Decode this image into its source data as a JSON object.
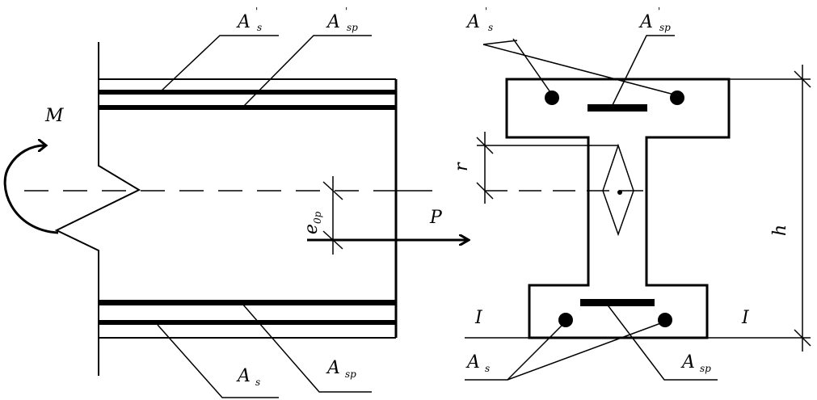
{
  "labels": {
    "moment": "M",
    "force": "P",
    "eccentricity": "e",
    "eccentricity_sub": "0p",
    "core_radius": "r",
    "height": "h",
    "section_mark_left": "I",
    "section_mark_right": "I",
    "rebar_comp_left": "A",
    "rebar_comp_left_sub": "s",
    "rebar_comp_left_prime": "'",
    "tendon_comp_left": "A",
    "tendon_comp_left_sub": "sp",
    "tendon_comp_left_prime": "'",
    "rebar_tens_left": "A",
    "rebar_tens_left_sub": "s",
    "tendon_tens_left": "A",
    "tendon_tens_left_sub": "sp",
    "rebar_comp_right": "A",
    "rebar_comp_right_sub": "s",
    "rebar_comp_right_prime": "'",
    "tendon_comp_right": "A",
    "tendon_comp_right_sub": "sp",
    "tendon_comp_right_prime": "'",
    "rebar_tens_right": "A",
    "rebar_tens_right_sub": "s",
    "tendon_tens_right": "A",
    "tendon_tens_right_sub": "sp"
  },
  "colors": {
    "line": "#000000",
    "background": "#ffffff"
  }
}
